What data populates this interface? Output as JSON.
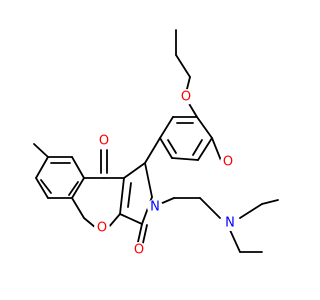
{
  "colors": {
    "bond": "#000000",
    "oxygen": "#ff0000",
    "nitrogen": "#0000ff"
  },
  "atoms": {
    "o_ethoxy": "O",
    "o_methoxy": "O",
    "o_ketone_top": "O",
    "o_ring": "O",
    "o_ketone_bottom": "O",
    "n_ring": "N",
    "n_amine": "N"
  }
}
